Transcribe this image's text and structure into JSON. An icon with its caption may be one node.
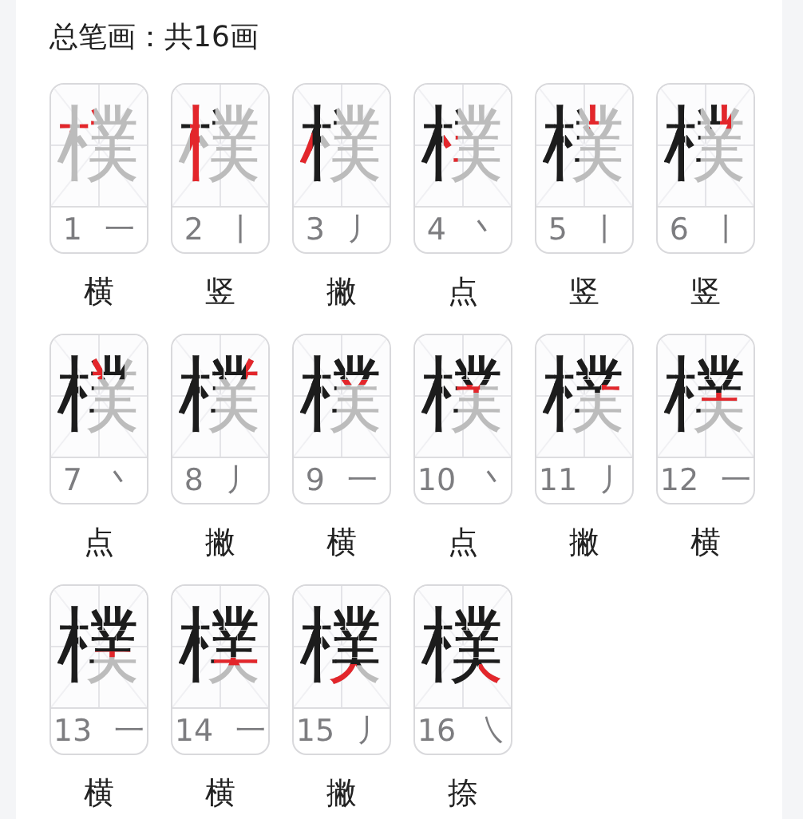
{
  "diagram": {
    "title": "总笔画：共16画",
    "nodes": [
      {
        "text": [
          "樸",
          "1 一"
        ],
        "beside": [
          "横"
        ]
      },
      {
        "text": [
          "樸",
          "2 丨"
        ],
        "beside": [
          "竖"
        ]
      },
      {
        "text": [
          "樸",
          "3 丿"
        ],
        "beside": [
          "撇"
        ]
      },
      {
        "text": [
          "樸",
          "4 丶"
        ],
        "beside": [
          "点"
        ]
      },
      {
        "text": [
          "樸",
          "5 丨"
        ],
        "beside": [
          "竖"
        ]
      },
      {
        "text": [
          "樸",
          "6 丨"
        ],
        "beside": [
          "竖"
        ]
      },
      {
        "text": [
          "樸",
          "7 丶"
        ],
        "beside": [
          "点"
        ]
      },
      {
        "text": [
          "樸",
          "8 丿"
        ],
        "beside": [
          "撇"
        ]
      },
      {
        "text": [
          "樸",
          "9 一"
        ],
        "beside": [
          "横"
        ]
      },
      {
        "text": [
          "樸",
          "10 丶"
        ],
        "beside": [
          "点"
        ]
      },
      {
        "text": [
          "樸",
          "11 丿"
        ],
        "beside": [
          "撇"
        ]
      },
      {
        "text": [
          "樸",
          "12 一"
        ],
        "beside": [
          "横"
        ]
      },
      {
        "text": [
          "樸",
          "13 一"
        ],
        "beside": [
          "横"
        ]
      },
      {
        "text": [
          "樸",
          "14 一"
        ],
        "beside": [
          "横"
        ]
      },
      {
        "text": [
          "樸",
          "15 丿"
        ],
        "beside": [
          "撇"
        ]
      },
      {
        "text": [
          "樸",
          "16 ㇏"
        ],
        "beside": [
          "捺"
        ]
      }
    ]
  }
}
